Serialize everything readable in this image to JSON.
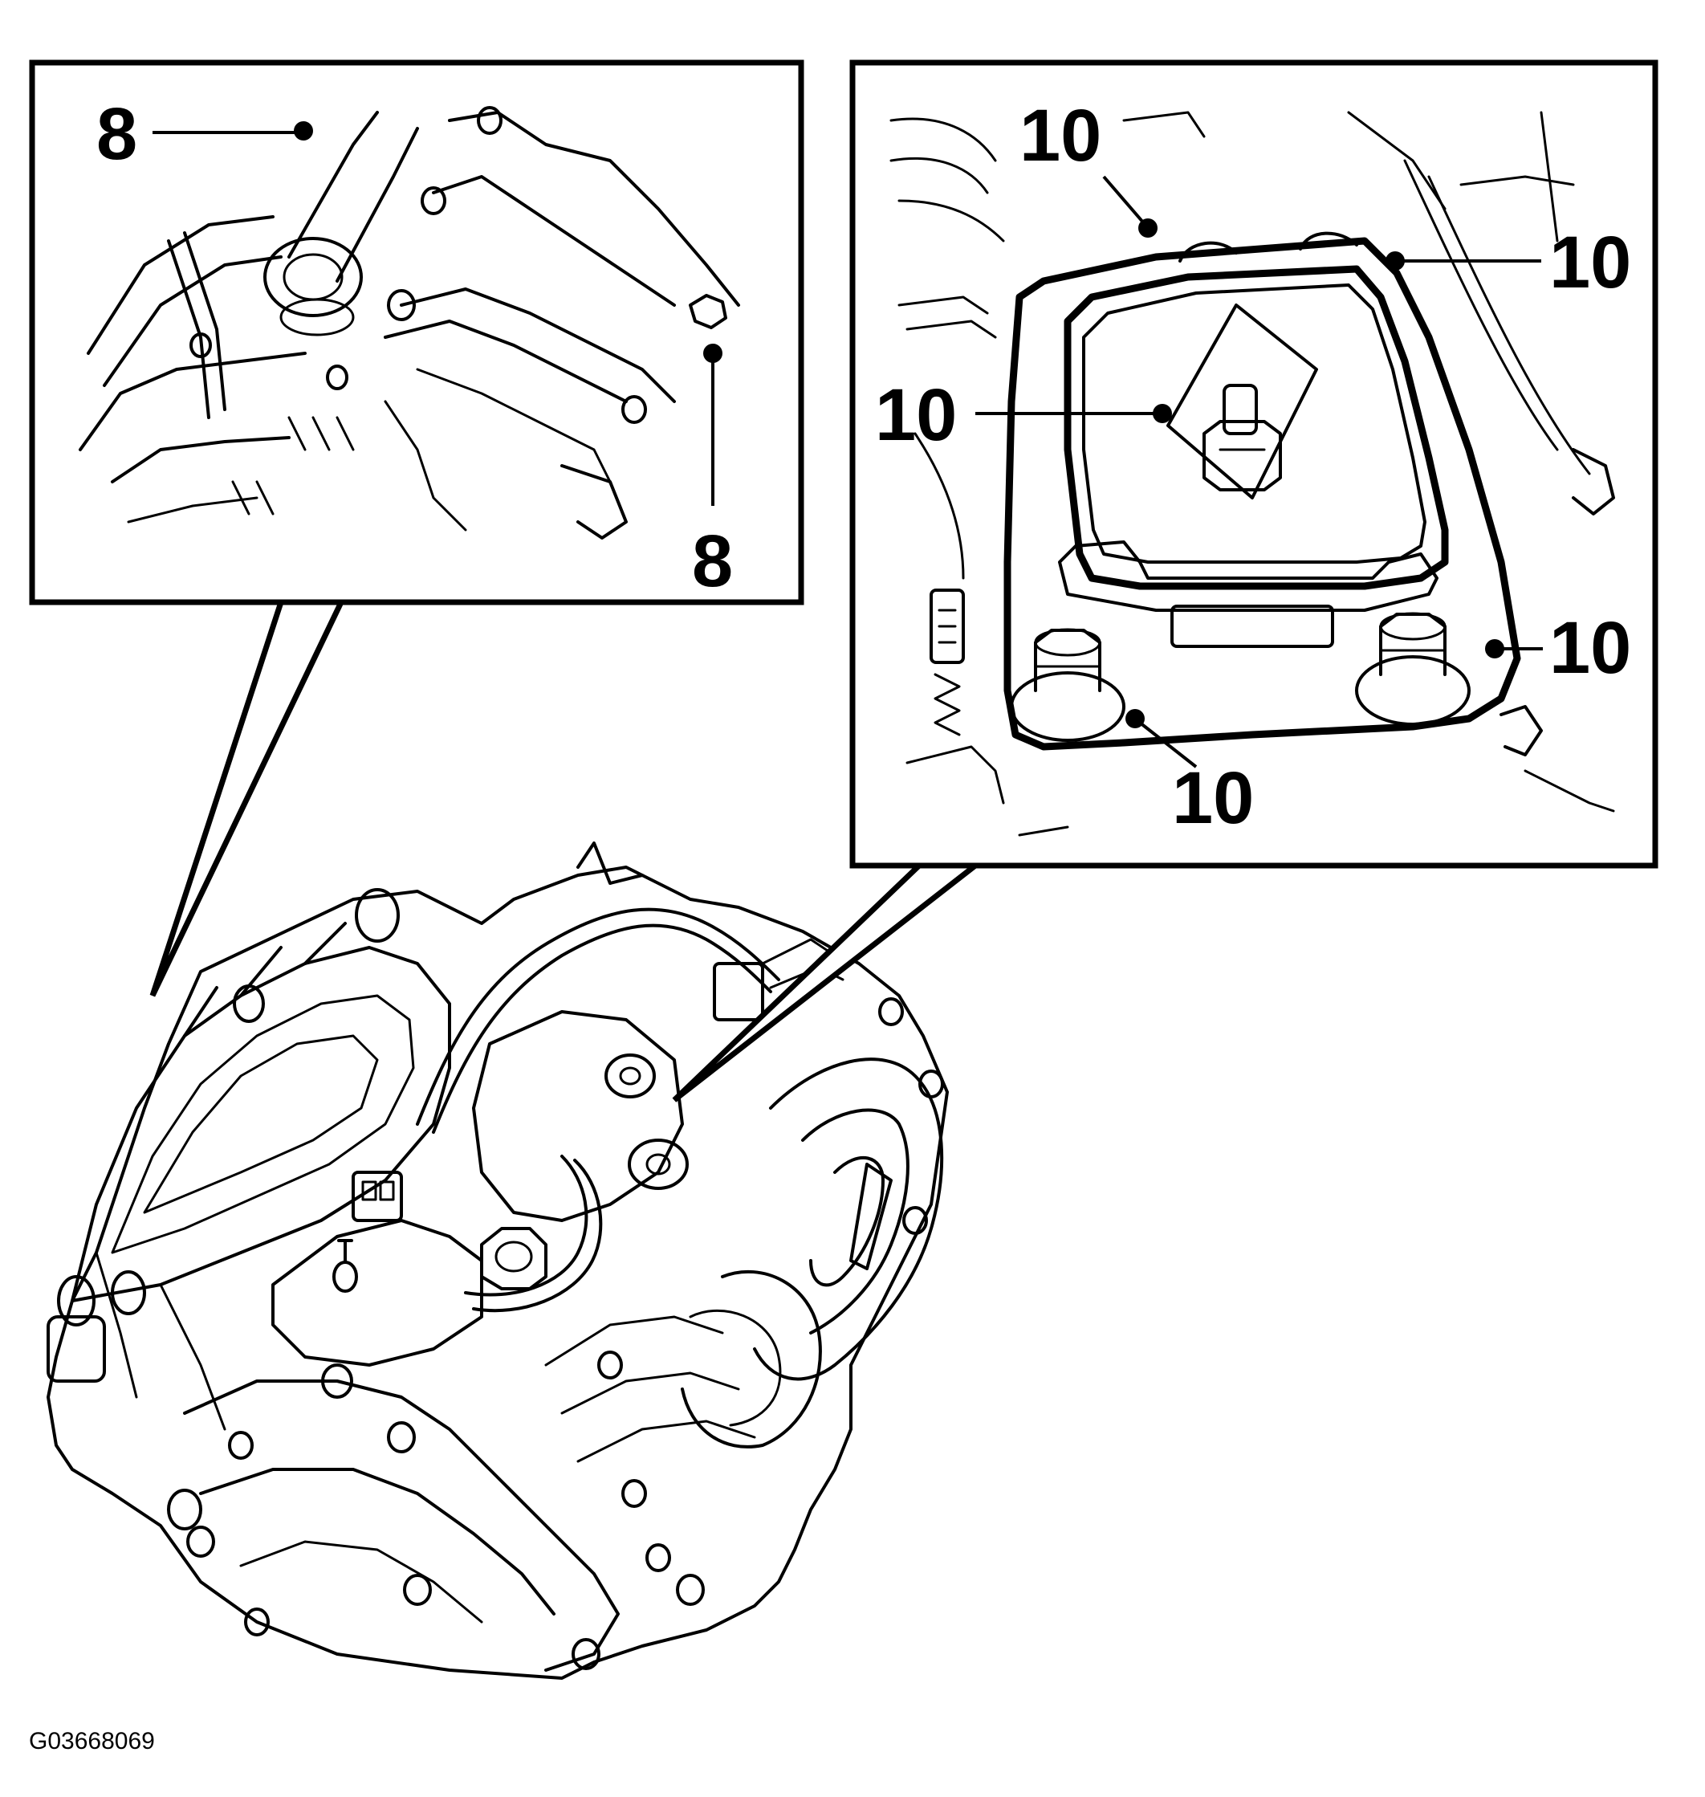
{
  "figure_id": "G03668069",
  "callouts": {
    "left_top": "8",
    "left_bottom": "8",
    "right_top_left": "10",
    "right_top_right": "10",
    "right_middle_left": "10",
    "right_middle_right": "10",
    "right_bottom": "10"
  },
  "colors": {
    "ink": "#000000",
    "paper": "#ffffff"
  }
}
